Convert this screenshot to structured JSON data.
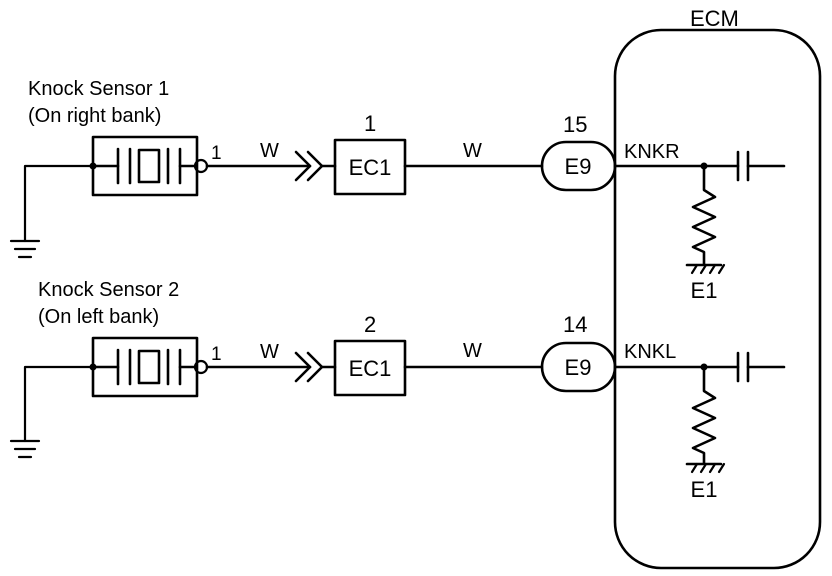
{
  "ecm_label": "ECM",
  "sensors": [
    {
      "name": "Knock Sensor 1",
      "location": "(On right bank)",
      "sensor_pin": "1",
      "wire_in": "W",
      "connector_pin": "1",
      "connector": "EC1",
      "wire_out": "W",
      "ecm_pin": "15",
      "ecm_connector": "E9",
      "signal": "KNKR",
      "ground": "E1"
    },
    {
      "name": "Knock Sensor 2",
      "location": "(On left bank)",
      "sensor_pin": "1",
      "wire_in": "W",
      "connector_pin": "2",
      "connector": "EC1",
      "wire_out": "W",
      "ecm_pin": "14",
      "ecm_connector": "E9",
      "signal": "KNKL",
      "ground": "E1"
    }
  ]
}
